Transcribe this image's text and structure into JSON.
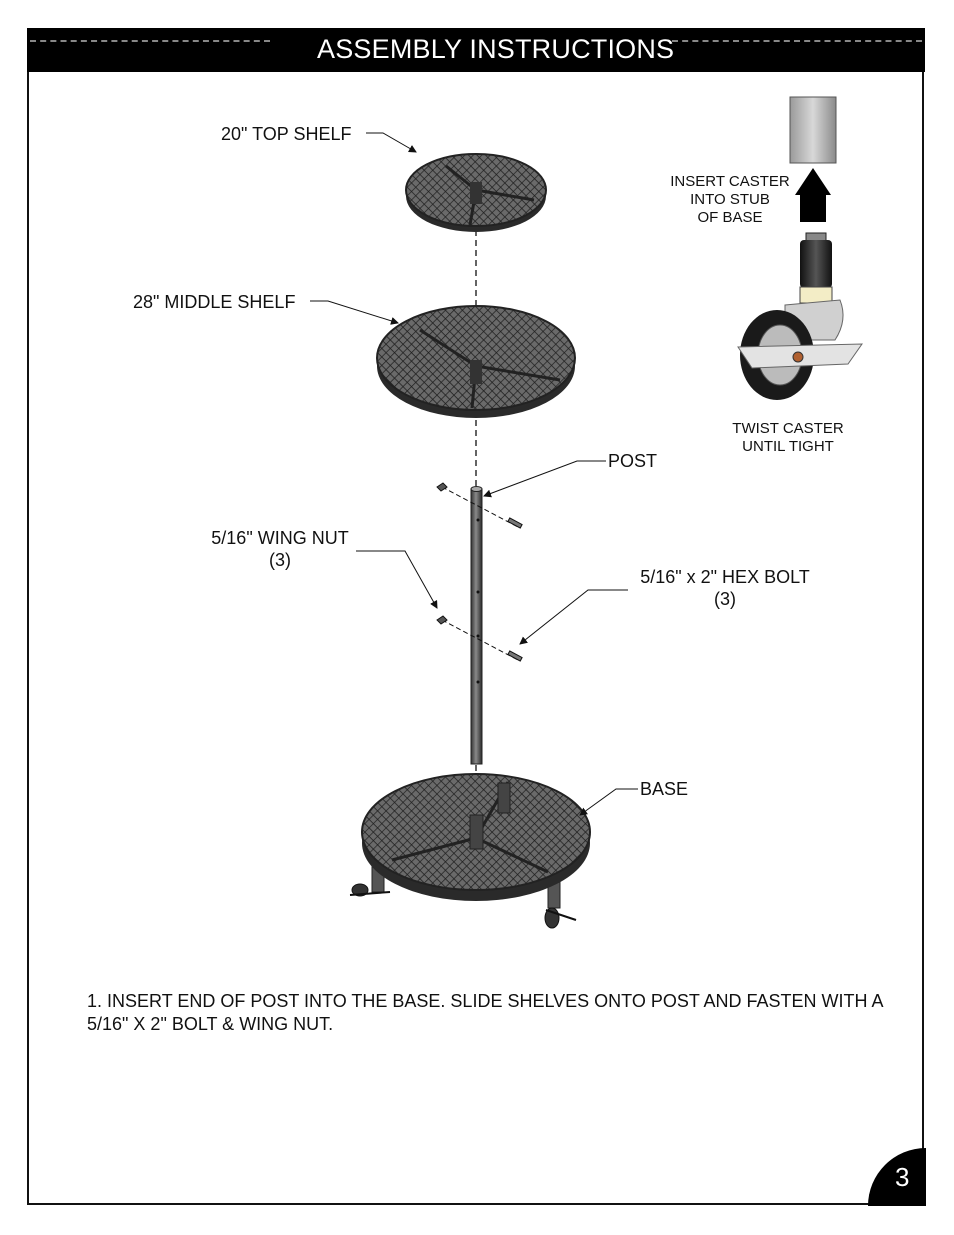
{
  "header": {
    "title": "ASSEMBLY INSTRUCTIONS"
  },
  "labels": {
    "top_shelf": "20\" TOP SHELF",
    "middle_shelf": "28\" MIDDLE SHELF",
    "post": "POST",
    "wing_nut_line1": "5/16\" WING NUT",
    "wing_nut_line2": "(3)",
    "hex_bolt_line1": "5/16\" x 2\" HEX BOLT",
    "hex_bolt_line2": "(3)",
    "base": "BASE"
  },
  "caster": {
    "insert_line1": "INSERT CASTER",
    "insert_line2": "INTO STUB",
    "insert_line3": "OF BASE",
    "twist_line1": "TWIST CASTER",
    "twist_line2": "UNTIL TIGHT"
  },
  "instructions": {
    "step1": "1. INSERT END OF POST INTO THE BASE. SLIDE SHELVES ONTO  POST AND FASTEN WITH A 5/16\" X 2\" BOLT & WING NUT."
  },
  "page": {
    "number": "3"
  },
  "colors": {
    "header_bg": "#000000",
    "metal": "#3a3a3a",
    "mesh": "#555555"
  }
}
